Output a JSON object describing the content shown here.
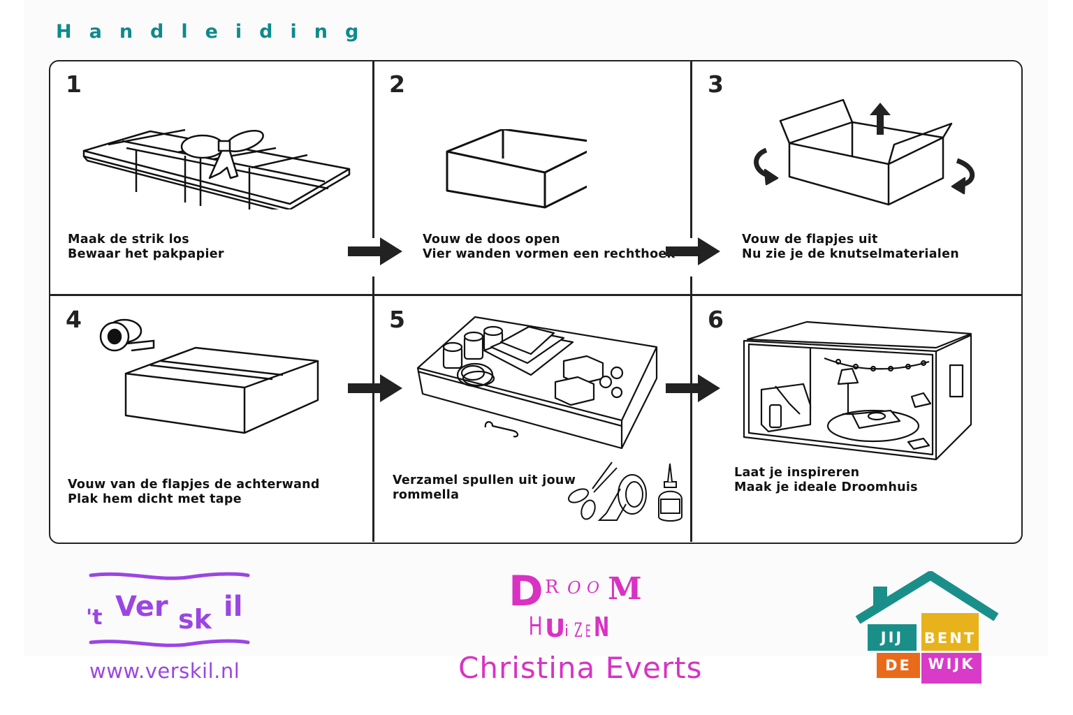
{
  "header": {
    "title": "Handleiding"
  },
  "colors": {
    "title": "#0e8a8c",
    "verskil_purple": "#9b45e4",
    "droom_pink": "#d932c3",
    "jbdw_teal": "#1a8f8a",
    "jbdw_yellow": "#e8b21d",
    "jbdw_orange": "#ea6a1c",
    "jbdw_magenta": "#d93bc8",
    "line": "#222222"
  },
  "steps": [
    {
      "number": "1",
      "illustration": "gift-package-with-bow",
      "lines": [
        "Maak de strik los",
        "Bewaar het pakpapier"
      ]
    },
    {
      "number": "2",
      "illustration": "open-box-walls",
      "lines": [
        "Vouw de doos open",
        "Vier wanden vormen een rechthoek"
      ]
    },
    {
      "number": "3",
      "illustration": "box-with-flaps-unfolding",
      "lines": [
        "Vouw de flapjes uit",
        "Nu zie je de knutselmaterialen"
      ]
    },
    {
      "number": "4",
      "illustration": "taped-box-with-tape-roll",
      "lines": [
        "Vouw van de flapjes de achterwand",
        "Plak hem dicht met tape"
      ]
    },
    {
      "number": "5",
      "illustration": "drawer-with-craft-supplies",
      "lines": [
        "Verzamel spullen uit jouw",
        "rommella"
      ],
      "extra_illustration": "scissors-tape-glue"
    },
    {
      "number": "6",
      "illustration": "furnished-dollhouse-room",
      "lines": [
        "Laat je inspireren",
        "Maak je ideale Droomhuis"
      ]
    }
  ],
  "footer": {
    "verskil": {
      "logo_text": "'t Verskil",
      "url": "www.verskil.nl"
    },
    "droomhuizen": {
      "word1": "DROOM",
      "word2": "HUIZEN",
      "author": "Christina Everts"
    },
    "jij_bent_de_wijk": {
      "tiles": [
        "JIJ",
        "BENT",
        "DE",
        "WIJK"
      ]
    }
  }
}
